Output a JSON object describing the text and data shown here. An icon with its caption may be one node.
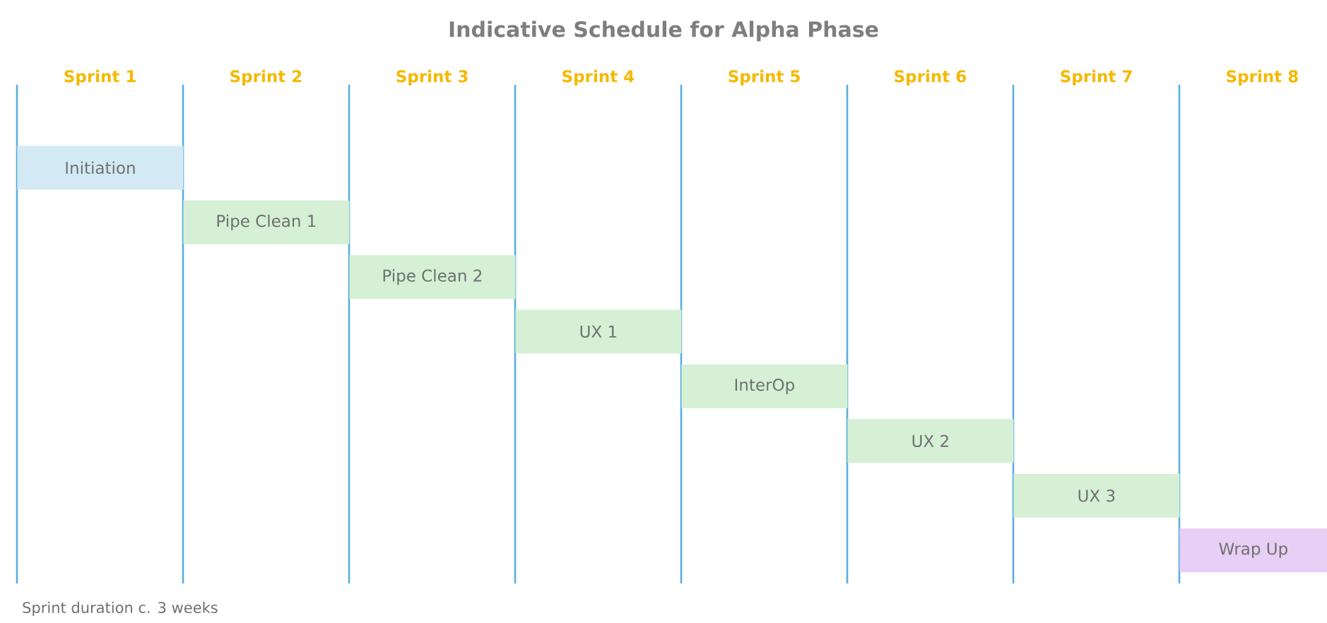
{
  "diagram": {
    "title": "Indicative Schedule for Alpha Phase",
    "caption": "Sprint duration c. 3 weeks",
    "nodes": [
      {
        "text": [
          "Initiation"
        ]
      },
      {
        "text": [
          "Pipe Clean 1"
        ]
      },
      {
        "text": [
          "Pipe Clean 2"
        ]
      },
      {
        "text": [
          "UX 1"
        ]
      },
      {
        "text": [
          "InterOp"
        ]
      },
      {
        "text": [
          "UX 2"
        ]
      },
      {
        "text": [
          "UX 3"
        ]
      },
      {
        "text": [
          "Wrap Up"
        ]
      }
    ],
    "labels": [
      "Sprint 1",
      "Sprint 2",
      "Sprint 3",
      "Sprint 4",
      "Sprint 5",
      "Sprint 6",
      "Sprint 7",
      "Sprint 8"
    ]
  }
}
